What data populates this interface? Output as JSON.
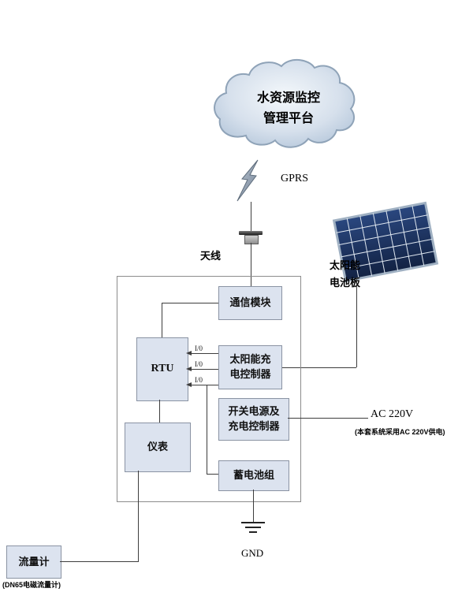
{
  "cloud": {
    "line1": "水资源监控",
    "line2": "管理平台"
  },
  "labels": {
    "gprs": "GPRS",
    "antenna": "天线",
    "solar_panel_line1": "太阳能",
    "solar_panel_line2": "电池板",
    "ac_power": "AC 220V",
    "ac_note": "(本套系统采用AC 220V供电)",
    "gnd": "GND",
    "flow_meter": "流量计",
    "flow_meter_note": "(DN65电磁流量计)"
  },
  "boxes": {
    "comm": "通信模块",
    "rtu": "RTU",
    "solar_ctrl": [
      "太阳能充",
      "电控制器"
    ],
    "psu": [
      "开关电源及",
      "充电控制器"
    ],
    "instrument": "仪表",
    "battery": "蓄电池组"
  },
  "io": [
    "I/0",
    "I/0",
    "I/0"
  ],
  "colors": {
    "box_fill": "#dce3ef",
    "box_border": "#8a93a3",
    "panel_navy": "#1d3666",
    "cloud_fill": "#d6e0ec",
    "line": "#3d3d3d"
  }
}
